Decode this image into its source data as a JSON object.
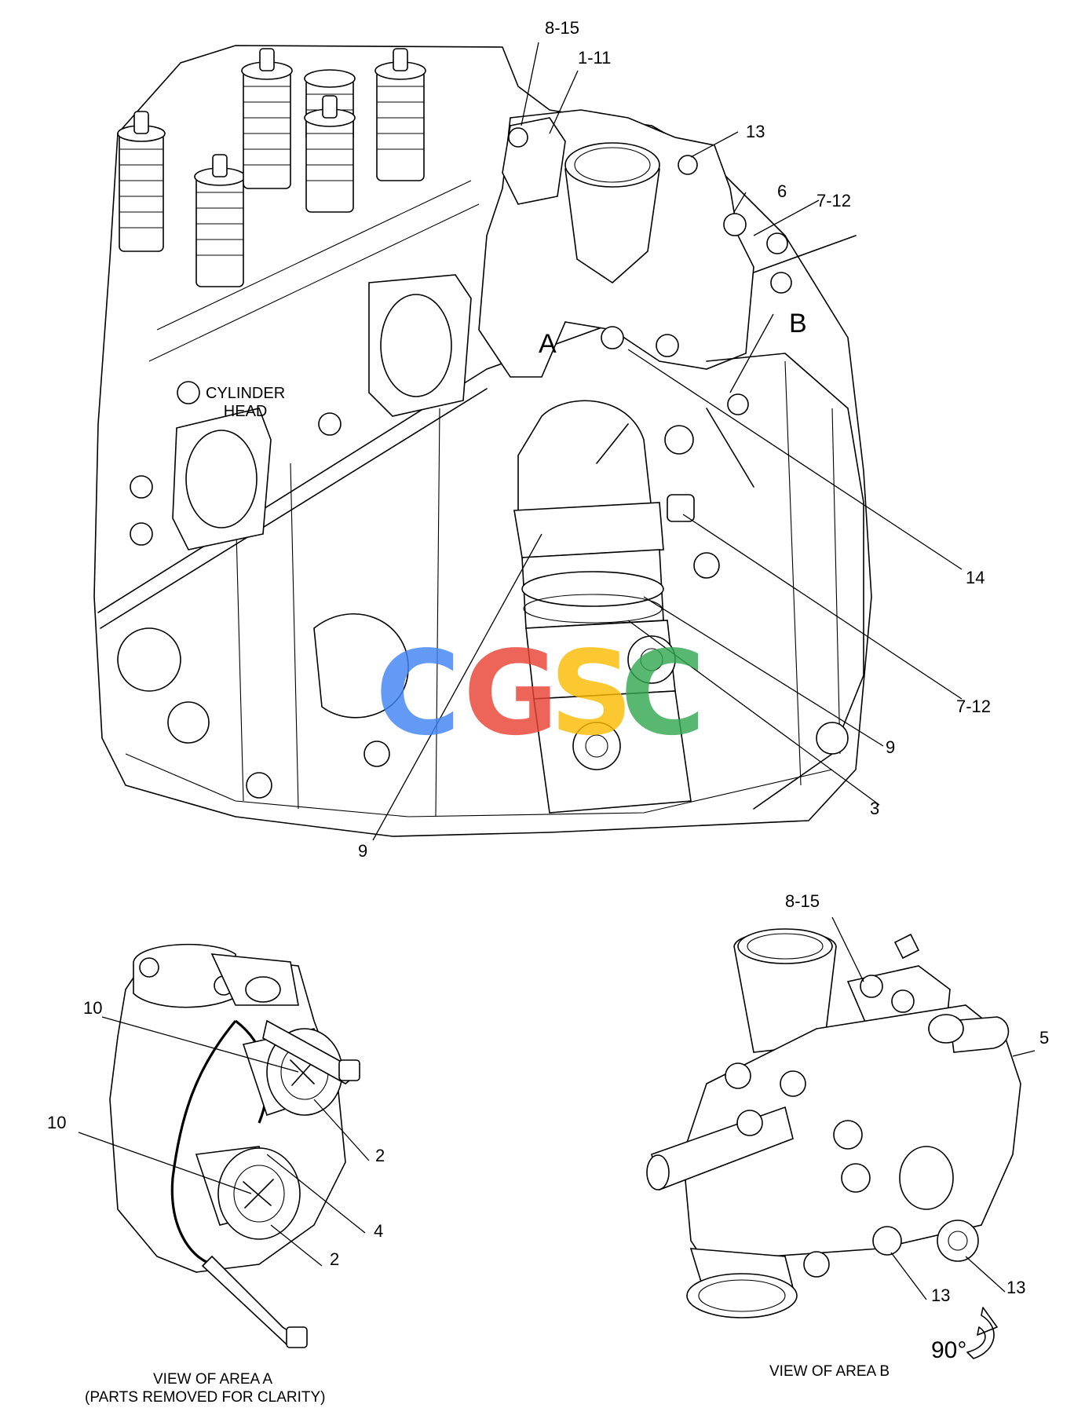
{
  "callouts": {
    "main_8_15": "8-15",
    "main_1_11": "1-11",
    "main_13": "13",
    "main_6": "6",
    "main_7_12_top": "7-12",
    "area_b_marker": "B",
    "area_a_marker": "A",
    "cylinder_head": "CYLINDER\nHEAD",
    "main_14": "14",
    "main_7_12_bottom": "7-12",
    "main_9_right": "9",
    "main_3": "3",
    "main_9_left": "9",
    "va_10_upper": "10",
    "va_10_lower": "10",
    "va_2_upper": "2",
    "va_4": "4",
    "va_2_lower": "2",
    "vb_8_15": "8-15",
    "vb_5": "5",
    "vb_13_left": "13",
    "vb_13_right": "13"
  },
  "captions": {
    "view_a_line1": "VIEW OF AREA  A",
    "view_a_line2": "(PARTS REMOVED FOR CLARITY)",
    "view_b": "VIEW OF AREA  B",
    "rotation": "90°"
  },
  "watermark": {
    "letters": [
      "C",
      "G",
      "S",
      "C"
    ],
    "colors": [
      "#4285F4",
      "#EA4335",
      "#FBBC05",
      "#34A853"
    ]
  }
}
